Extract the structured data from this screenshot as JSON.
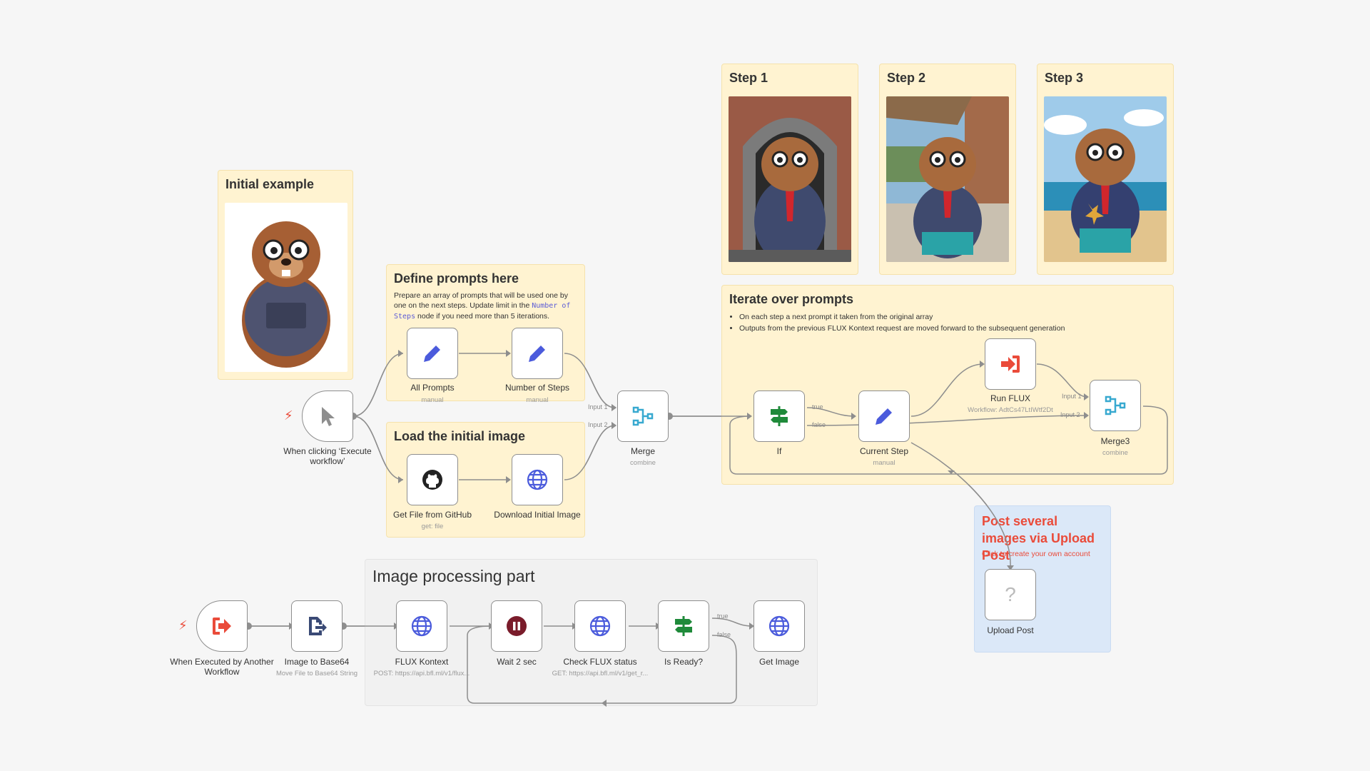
{
  "notes": {
    "initial_example": {
      "title": "Initial example"
    },
    "step1": {
      "title": "Step 1"
    },
    "step2": {
      "title": "Step 2"
    },
    "step3": {
      "title": "Step 3"
    },
    "define_prompts": {
      "title": "Define prompts here",
      "text_a": "Prepare an array of prompts that will be used one by one on the next steps. Update limit in the ",
      "text_code": "Number of Steps",
      "text_b": " node if you need more than 5 iterations."
    },
    "load_image": {
      "title": "Load the initial image"
    },
    "iterate": {
      "title": "Iterate over prompts",
      "bullets": [
        "On each step a next prompt it taken from the original array",
        "Outputs from the previous FLUX Kontext request are moved forward to the subsequent generation"
      ]
    },
    "upload_post": {
      "title": "Post several images via Upload Post",
      "link": "Click to create your own account"
    },
    "image_processing": {
      "title": "Image processing part"
    }
  },
  "nodes": {
    "manual_trigger": {
      "label": "When clicking ‘Execute workflow’",
      "icon": "pointer-icon"
    },
    "all_prompts": {
      "label": "All Prompts",
      "sub": "manual",
      "icon": "pencil-icon"
    },
    "number_of_steps": {
      "label": "Number of Steps",
      "sub": "manual",
      "icon": "pencil-icon"
    },
    "get_file_github": {
      "label": "Get File from GitHub",
      "sub": "get: file",
      "icon": "github-icon"
    },
    "download_initial": {
      "label": "Download Initial Image",
      "icon": "globe-icon"
    },
    "merge": {
      "label": "Merge",
      "sub": "combine",
      "icon": "merge-icon",
      "input1": "Input 1",
      "input2": "Input 2"
    },
    "if": {
      "label": "If",
      "icon": "signpost-icon",
      "true": "true",
      "false": "false"
    },
    "current_step": {
      "label": "Current Step",
      "sub": "manual",
      "icon": "pencil-icon"
    },
    "run_flux": {
      "label": "Run FLUX",
      "sub": "Workflow: AdtCs47LtIWtf2Dt",
      "icon": "sign-in-icon"
    },
    "merge3": {
      "label": "Merge3",
      "sub": "combine",
      "icon": "merge-icon",
      "input1": "Input 1",
      "input2": "Input 2"
    },
    "upload_post": {
      "label": "Upload Post",
      "icon": "question-icon"
    },
    "executed_by_workflow": {
      "label": "When Executed by Another Workflow",
      "icon": "sign-out-icon"
    },
    "image_to_base64": {
      "label": "Image to Base64",
      "sub": "Move File to Base64 String",
      "icon": "file-export-icon"
    },
    "flux_kontext": {
      "label": "FLUX Kontext",
      "sub": "POST: https://api.bfl.ml/v1/flux...",
      "icon": "globe-icon"
    },
    "wait_2_sec": {
      "label": "Wait 2 sec",
      "icon": "pause-icon"
    },
    "check_flux_status": {
      "label": "Check FLUX status",
      "sub": "GET: https://api.bfl.ml/v1/get_r...",
      "icon": "globe-icon"
    },
    "is_ready": {
      "label": "Is Ready?",
      "icon": "signpost-icon",
      "true": "true",
      "false": "false"
    },
    "get_image": {
      "label": "Get Image",
      "icon": "globe-icon"
    }
  },
  "colors": {
    "sticky_yellow": "#fff3d1",
    "sticky_blue": "#dbe8f8",
    "accent_blue": "#4b5bdc",
    "accent_red": "#ea4b3a",
    "accent_green": "#1f8a3a",
    "merge_teal": "#38a9d0",
    "wait_maroon": "#7a1c2b"
  }
}
